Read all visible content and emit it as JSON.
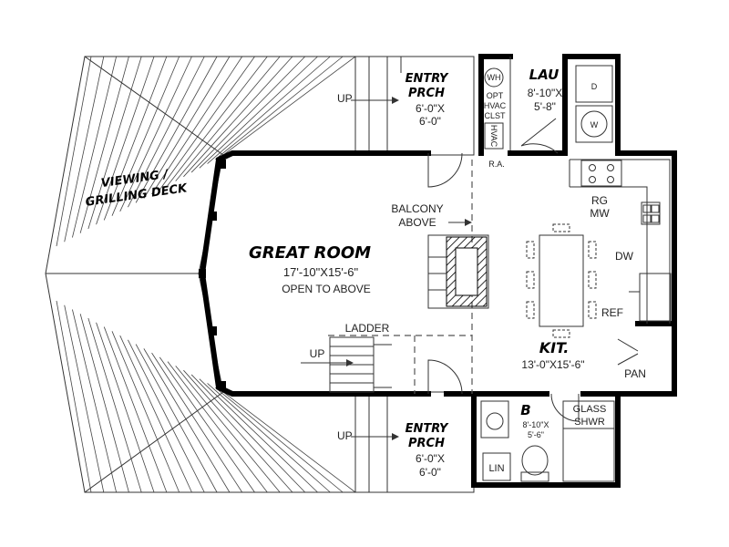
{
  "rooms": {
    "deck": {
      "name_line1": "VIEWING /",
      "name_line2": "GRILLING DECK"
    },
    "entry_porch_top": {
      "name_line1": "ENTRY",
      "name_line2": "PRCH",
      "dim_line1": "6'-0\"X",
      "dim_line2": "6'-0\""
    },
    "entry_porch_bottom": {
      "name_line1": "ENTRY",
      "name_line2": "PRCH",
      "dim_line1": "6'-0\"X",
      "dim_line2": "6'-0\""
    },
    "laundry": {
      "name": "LAU",
      "dim_line1": "8'-10\"X",
      "dim_line2": "5'-8\""
    },
    "great_room": {
      "name": "GREAT ROOM",
      "dim": "17'-10\"X15'-6\"",
      "note": "OPEN TO ABOVE"
    },
    "kitchen": {
      "name": "KIT.",
      "dim": "13'-0\"X15'-6\""
    },
    "bath": {
      "name": "B",
      "dim_line1": "8'-10\"X",
      "dim_line2": "5'-6\""
    }
  },
  "labels": {
    "up_top": "UP",
    "up_bottom": "UP",
    "up_stair": "UP",
    "wh": "WH",
    "opt": "OPT",
    "hvac": "HVAC",
    "clst": "CLST",
    "hvac_unit": "HVAC",
    "ra": "R.A.",
    "balcony_line1": "BALCONY",
    "balcony_line2": "ABOVE",
    "rg": "RG",
    "mw": "MW",
    "dw": "DW",
    "ref": "REF",
    "pan": "PAN",
    "ladder": "LADDER",
    "glass": "GLASS",
    "shwr": "SHWR",
    "lin": "LIN",
    "dryer": "D",
    "washer": "W"
  }
}
